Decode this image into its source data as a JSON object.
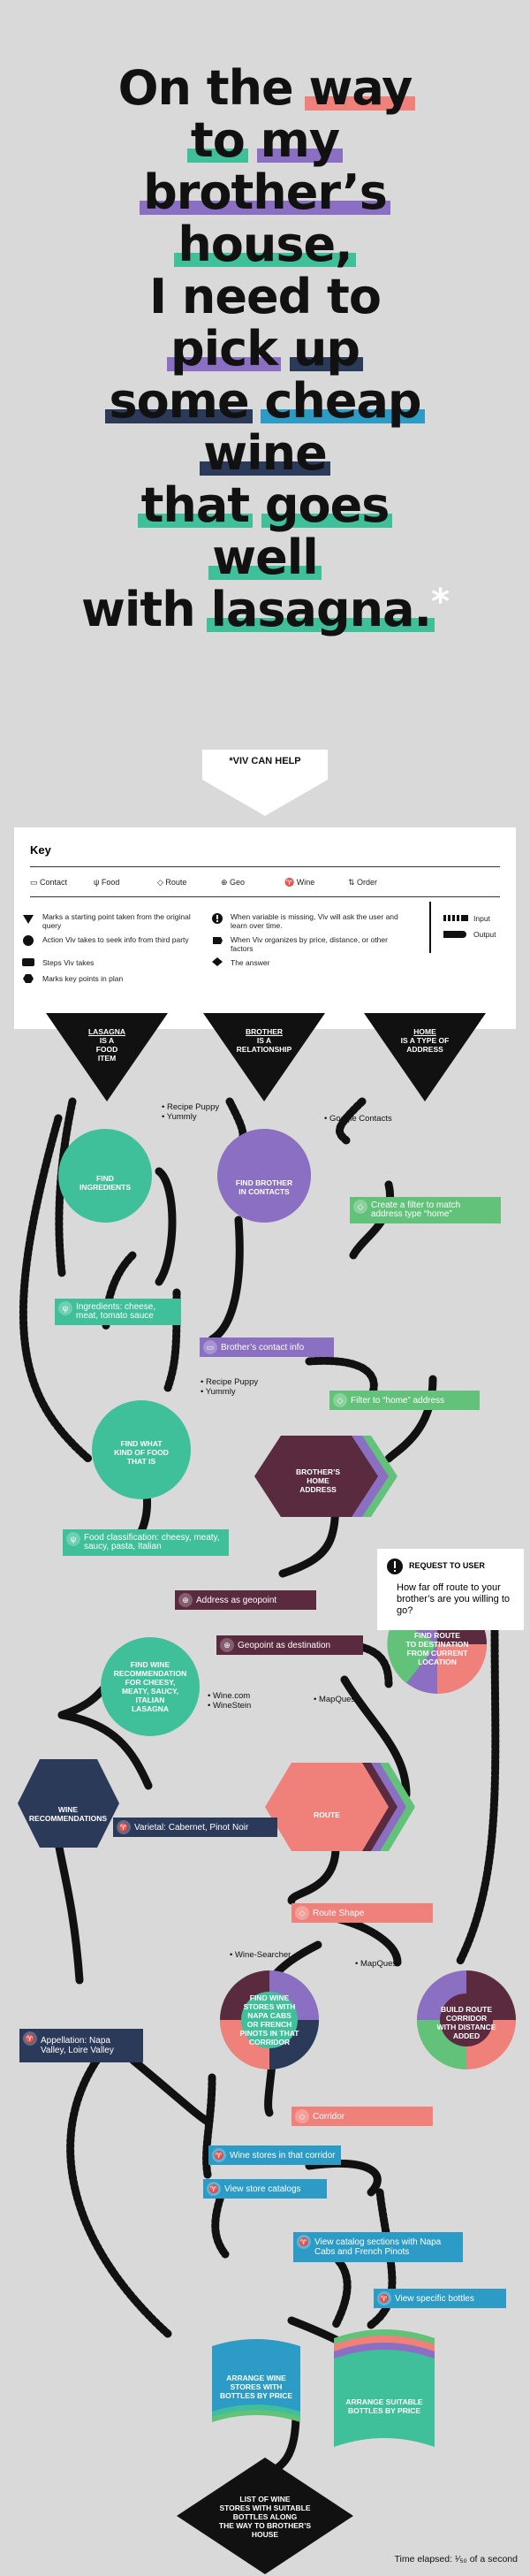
{
  "title": {
    "lines": [
      [
        {
          "t": "On the "
        },
        {
          "t": "way",
          "hl": "#f0807a"
        }
      ],
      [
        {
          "t": "to",
          "hl": "#3fbf9a"
        },
        {
          "t": " "
        },
        {
          "t": "my",
          "hl": "#8a6fc2"
        }
      ],
      [
        {
          "t": "brother’s",
          "hl": "#8a6fc2"
        }
      ],
      [
        {
          "t": "house,",
          "hl": "#3fbf9a"
        }
      ],
      [
        {
          "t": "I need to"
        }
      ],
      [
        {
          "t": "pick",
          "hl": "#8a6fc2"
        },
        {
          "t": " "
        },
        {
          "t": "up",
          "hl": "#2c3a5a"
        }
      ],
      [
        {
          "t": "some",
          "hl": "#2c3a5a"
        },
        {
          "t": " "
        },
        {
          "t": "cheap",
          "hl": "#2c9bc6"
        }
      ],
      [
        {
          "t": "wine",
          "hl": "#2c3a5a"
        }
      ],
      [
        {
          "t": "that",
          "hl": "#3fbf9a"
        },
        {
          "t": " "
        },
        {
          "t": "goes",
          "hl": "#3fbf9a"
        }
      ],
      [
        {
          "t": "well",
          "hl": "#3fbf9a"
        }
      ],
      [
        {
          "t": "with "
        },
        {
          "t": "lasagna.",
          "hl": "#3fbf9a"
        },
        {
          "t": "*",
          "ast": true
        }
      ]
    ]
  },
  "viv_label": "*VIV CAN HELP",
  "key": {
    "title": "Key",
    "categories": [
      {
        "icon": "contact-icon",
        "glyph": "▭",
        "label": "Contact"
      },
      {
        "icon": "food-icon",
        "glyph": "ψ",
        "label": "Food"
      },
      {
        "icon": "route-icon",
        "glyph": "◇",
        "label": "Route"
      },
      {
        "icon": "geo-icon",
        "glyph": "⊕",
        "label": "Geo"
      },
      {
        "icon": "wine-icon",
        "glyph": "♈",
        "label": "Wine"
      },
      {
        "icon": "order-icon",
        "glyph": "⇅",
        "label": "Order"
      }
    ],
    "legend": [
      {
        "shape": "triangle",
        "text": "Marks a starting point taken from the original query"
      },
      {
        "shape": "circle",
        "text": "Action Viv takes to seek info from third party"
      },
      {
        "shape": "rect",
        "text": "Steps Viv takes"
      },
      {
        "shape": "hexagon",
        "text": "Marks key points in plan"
      },
      {
        "shape": "alert",
        "text": "When variable is missing, Viv will ask the user and learn over time."
      },
      {
        "shape": "arrow",
        "text": "When Viv organizes by price, distance, or other factors"
      },
      {
        "shape": "diamond",
        "text": "The answer"
      },
      {
        "shape": "input",
        "text": "Input"
      },
      {
        "shape": "output",
        "text": "Output"
      }
    ]
  },
  "triangles": [
    {
      "name": "lasagna-triangle",
      "lines": [
        "LASAGNA",
        "IS A",
        "FOOD",
        "ITEM"
      ]
    },
    {
      "name": "brother-triangle",
      "lines": [
        "BROTHER",
        "IS A",
        "RELATIONSHIP"
      ]
    },
    {
      "name": "home-triangle",
      "lines": [
        "HOME",
        "IS A TYPE OF",
        "ADDRESS"
      ]
    }
  ],
  "nodes": {
    "find_ingredients": [
      "FIND",
      "INGREDIENTS"
    ],
    "find_brother": [
      "FIND BROTHER",
      "IN CONTACTS"
    ],
    "find_food_kind": [
      "FIND WHAT",
      "KIND OF FOOD",
      "THAT IS"
    ],
    "brothers_home": [
      "BROTHER’S",
      "HOME",
      "ADDRESS"
    ],
    "find_wine_rec": [
      "FIND WINE",
      "RECOMMENDATION",
      "FOR CHEESY,",
      "MEATY, SAUCY,",
      "ITALIAN",
      "LASAGNA"
    ],
    "wine_recs": [
      "WINE",
      "RECOMMENDATIONS"
    ],
    "find_route": [
      "FIND ROUTE",
      "TO DESTINATION",
      "FROM CURRENT",
      "LOCATION"
    ],
    "route": [
      "ROUTE"
    ],
    "find_stores": [
      "FIND WINE",
      "STORES WITH",
      "NAPA CABS",
      "OR FRENCH",
      "PINOTS IN THAT",
      "CORRIDOR"
    ],
    "build_corridor": [
      "BUILD ROUTE",
      "CORRIDOR",
      "WITH DISTANCE",
      "ADDED"
    ],
    "arrange_stores": [
      "ARRANGE WINE",
      "STORES WITH",
      "BOTTLES BY PRICE"
    ],
    "arrange_bottles": [
      "ARRANGE SUITABLE",
      "BOTTLES BY PRICE"
    ],
    "answer": [
      "LIST OF WINE",
      "STORES WITH SUITABLE",
      "BOTTLES ALONG",
      "THE WAY TO BROTHER’S",
      "HOUSE"
    ]
  },
  "sources": {
    "recipe_1": [
      "• Recipe Puppy",
      "• Yummly"
    ],
    "google_contacts": [
      "• Google Contacts"
    ],
    "recipe_2": [
      "• Recipe Puppy",
      "• Yummly"
    ],
    "wine_sites": [
      "• Wine.com",
      "• WineStein"
    ],
    "mapquest_1": [
      "• MapQuest"
    ],
    "wine_searcher": [
      "• Wine-Searcher"
    ],
    "mapquest_2": [
      "• MapQuest"
    ]
  },
  "steps": {
    "create_filter": "Create a filter to match address type “home”",
    "ingredients": "Ingredients: cheese, meat, tomato sauce",
    "contact_info": "Brother’s contact info",
    "filter_home": "Filter to “home” address",
    "food_class": "Food classification: cheesy, meaty, saucy, pasta, Italian",
    "geopoint": "Address as geopoint",
    "destination": "Geopoint as destination",
    "varietal": "Varietal: Cabernet, Pinot Noir",
    "route_shape": "Route Shape",
    "appellation": "Appellation: Napa Valley, Loire Valley",
    "corridor": "Corridor",
    "stores_corridor": "Wine stores in that corridor",
    "store_catalogs": "View store catalogs",
    "catalog_sections": "View catalog sections with Napa Cabs and French Pinots",
    "specific_bottles": "View specific bottles"
  },
  "request": {
    "header": "REQUEST TO USER",
    "question": "How far off route to your brother’s are you willing to go?"
  },
  "elapsed": "Time elapsed: ¹⁄₅₀ of a second",
  "colors": {
    "teal": "#3fbf9a",
    "purple": "#8a6fc2",
    "green": "#63c27a",
    "navy": "#2c3a5a",
    "salmon": "#f0807a",
    "maroon": "#5a2a3e",
    "blue": "#2c9bc6",
    "black": "#111111"
  }
}
